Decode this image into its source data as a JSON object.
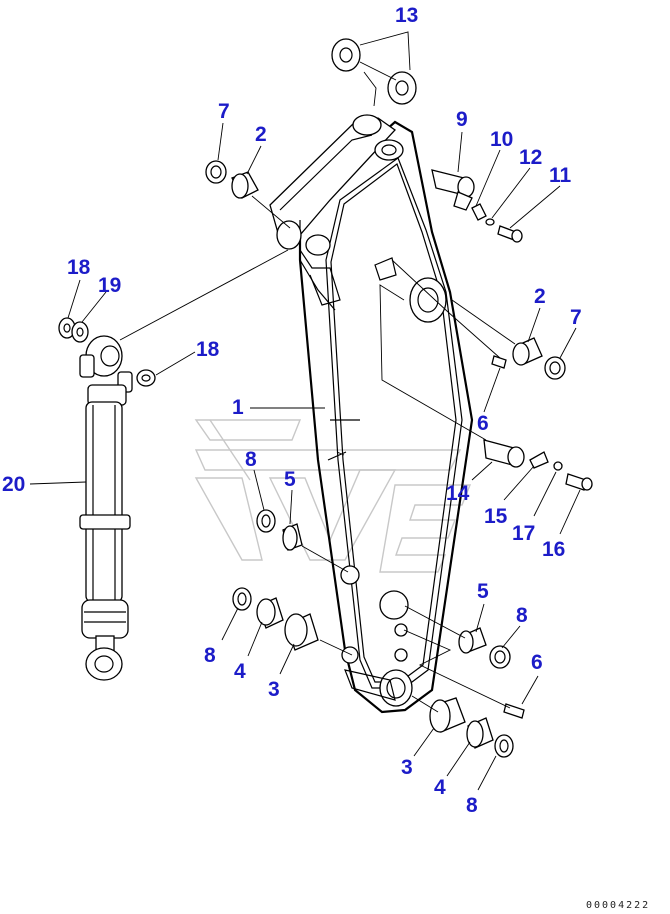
{
  "callouts": {
    "c13": "13",
    "c7a": "7",
    "c2a": "2",
    "c9": "9",
    "c10": "10",
    "c12": "12",
    "c11": "11",
    "c18a": "18",
    "c19": "19",
    "c18b": "18",
    "c2b": "2",
    "c7b": "7",
    "c1": "1",
    "c6a": "6",
    "c20": "20",
    "c8a": "8",
    "c5a": "5",
    "c14": "14",
    "c15": "15",
    "c17": "17",
    "c16": "16",
    "c5b": "5",
    "c8b": "8",
    "c8c": "8",
    "c4a": "4",
    "c3a": "3",
    "c6b": "6",
    "c3b": "3",
    "c4b": "4",
    "c8d": "8"
  },
  "footer": {
    "doc_number": "00004222"
  },
  "colors": {
    "callout": "#1c1cc8",
    "line": "#000000",
    "watermark": "#c8c8c8"
  }
}
